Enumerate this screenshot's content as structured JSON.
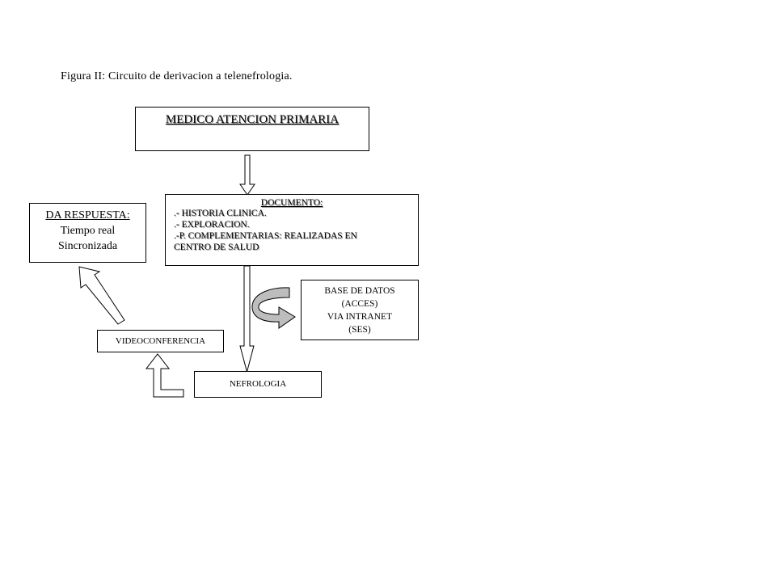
{
  "caption": "Figura II: Circuito de derivacion a telenefrologia.",
  "nodes": {
    "medico": {
      "label": "MEDICO ATENCION PRIMARIA"
    },
    "documento": {
      "title": "DOCUMENTO:",
      "lines": [
        ".- HISTORIA CLINICA.",
        ".- EXPLORACION.",
        ".-P. COMPLEMENTARIAS: REALIZADAS EN",
        "CENTRO DE SALUD"
      ]
    },
    "respuesta": {
      "title": "DA RESPUESTA:",
      "lines": [
        "Tiempo real",
        "Sincronizada"
      ]
    },
    "base_datos": {
      "lines": [
        "BASE DE DATOS",
        "(ACCES)",
        "VIA INTRANET",
        "(SES)"
      ]
    },
    "video": {
      "label": "VIDEOCONFERENCIA"
    },
    "nefrologia": {
      "label": "NEFROLOGIA"
    }
  },
  "edges": [
    {
      "from": "medico",
      "to": "documento"
    },
    {
      "from": "documento",
      "to": "nefrologia"
    },
    {
      "from": "documento",
      "to": "base_datos"
    },
    {
      "from": "nefrologia",
      "to": "video"
    },
    {
      "from": "video",
      "to": "respuesta"
    }
  ],
  "colors": {
    "curved_arrow_fill": "#bdbdbd",
    "outline": "#000000",
    "shadow": "#9a9a9a"
  }
}
